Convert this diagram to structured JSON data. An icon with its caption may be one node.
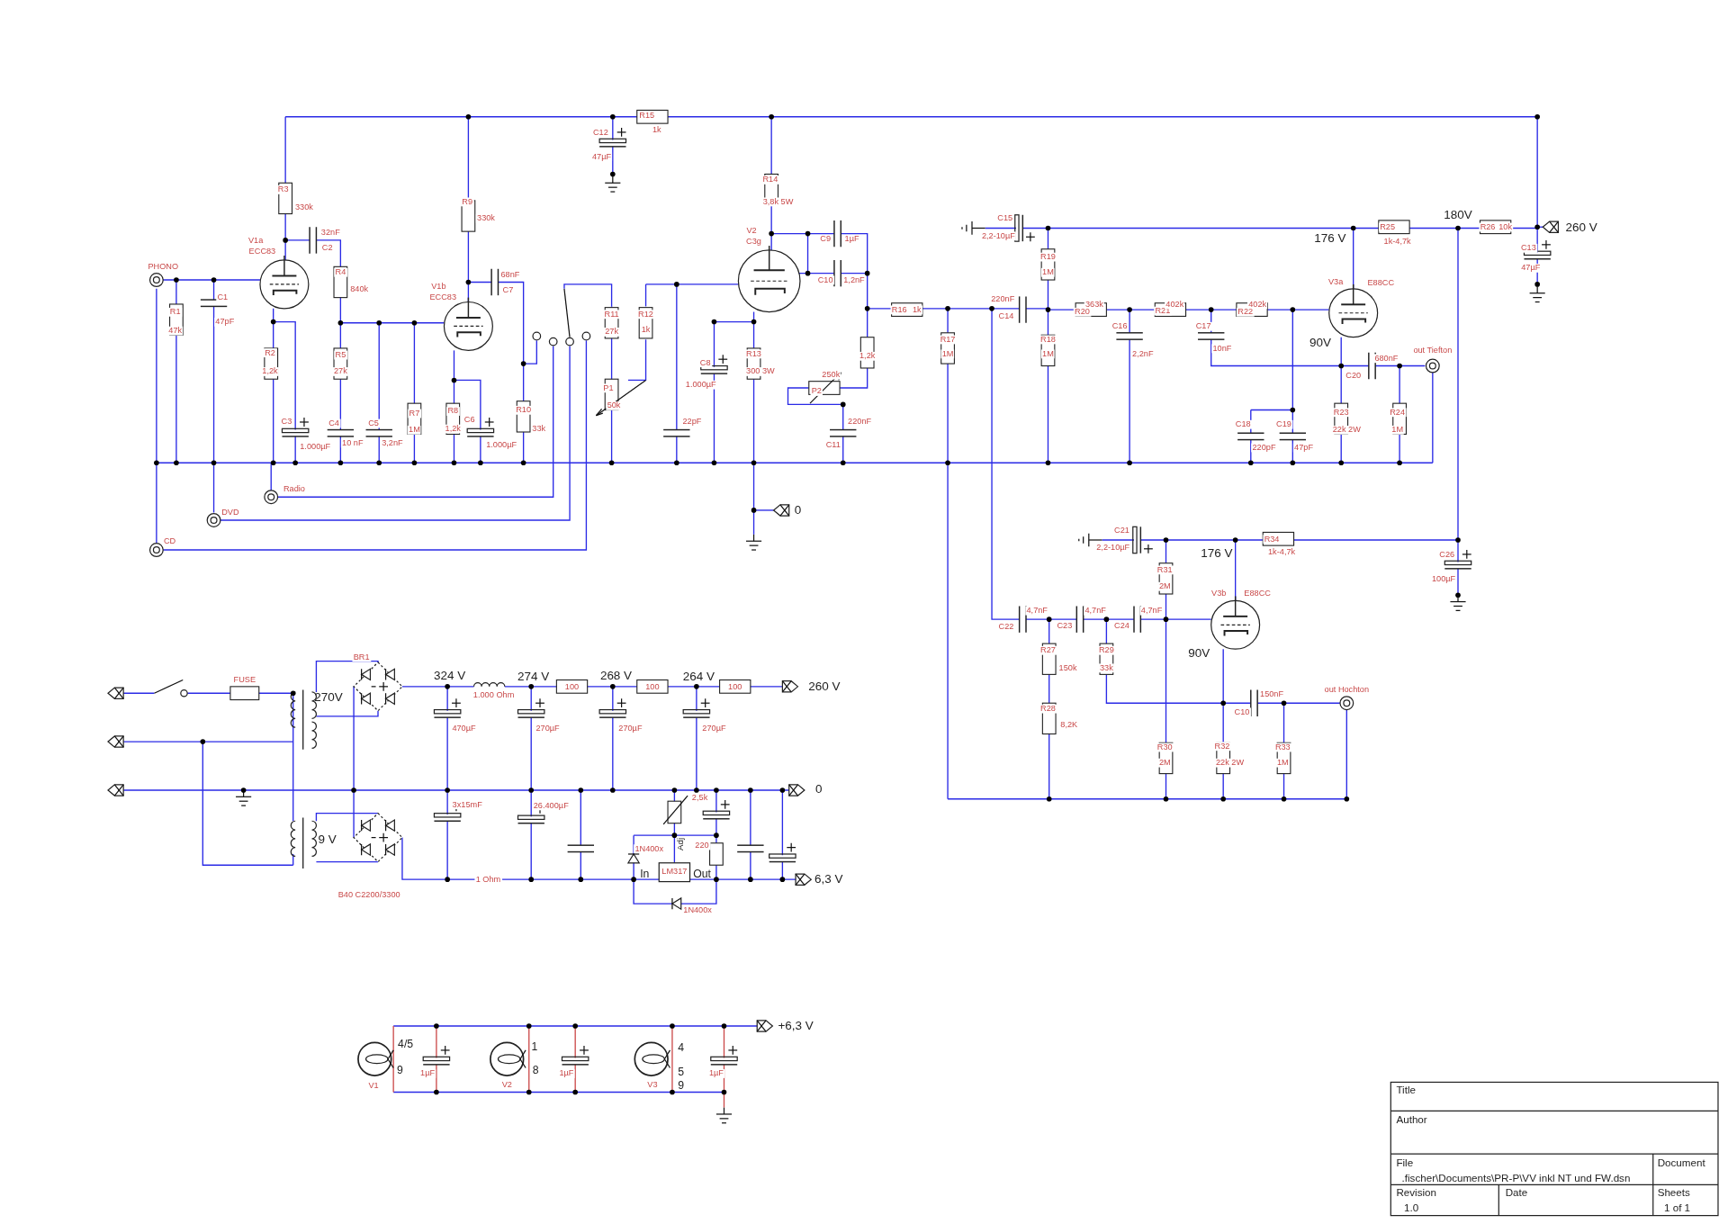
{
  "diagram": {
    "labels": [
      "R15",
      "1k",
      "C12",
      "47µF",
      "R3",
      "330k",
      "R9",
      "330k",
      "R14",
      "3,8k 5W",
      "V2",
      "C3g",
      "C9",
      "1µF",
      "C10",
      "1,2nF",
      "32nF",
      "C2",
      "V1a",
      "ECC83",
      "PHONO",
      "R4",
      "840k",
      "C1",
      "47pF",
      "R1",
      "47k",
      "68nF",
      "C7",
      "V1b",
      "ECC83",
      "R11",
      "27k",
      "R12",
      "1k",
      "R2",
      "1,2k",
      "R5",
      "27k",
      "P1",
      "50k",
      "C8",
      "1.000µF",
      "R13",
      "300 3W",
      "250k",
      "P2",
      "1,2k",
      "C3",
      "1.000µF",
      "C4",
      "10 nF",
      "C5",
      "3,2nF",
      "R7",
      "1M",
      "R8",
      "1,2k",
      "C6",
      "1.000µF",
      "R10",
      "33k",
      "22pF",
      "220nF",
      "C11",
      "Radio",
      "DVD",
      "CD",
      "0",
      "C15",
      "2,2-10µF",
      "R19",
      "1M",
      "R16",
      "1k",
      "220nF",
      "C14",
      "R17",
      "1M",
      "R18",
      "1M",
      "R20",
      "363k",
      "R21",
      "402k",
      "R22",
      "402k",
      "C16",
      "2,2nF",
      "C17",
      "10nF",
      "176 V",
      "R25",
      "1k-4,7k",
      "180V",
      "R26",
      "10k",
      "260 V",
      "C13",
      "47µF",
      "V3a",
      "E88CC",
      "90V",
      "680nF",
      "out Tiefton",
      "C20",
      "R23",
      "22k 2W",
      "R24",
      "1M",
      "C18",
      "220pF",
      "C19",
      "47pF",
      "C21",
      "2,2-10µF",
      "176 V",
      "R34",
      "1k-4,7k",
      "C26",
      "100µF",
      "R31",
      "2M",
      "V3b",
      "E88CC",
      "C22",
      "4,7nF",
      "C23",
      "4,7nF",
      "C24",
      "4,7nF",
      "90V",
      "R27",
      "150k",
      "R29",
      "33k",
      "out Hochton",
      "150nF",
      "C10",
      "R28",
      "8,2K",
      "R30",
      "2M",
      "R32",
      "22k 2W",
      "R33",
      "1M",
      "FUSE",
      "BR1",
      "270V",
      "324 V",
      "274 V",
      "268 V",
      "264 V",
      "1.000 Ohm",
      "100",
      "100",
      "100",
      "260 V",
      "470µF",
      "270µF",
      "270µF",
      "270µF",
      "0",
      "3x15mF",
      "26.400µF",
      "2,5k",
      "9 V",
      "1N400x",
      "Adj",
      "220",
      "In",
      "LM317",
      "Out",
      "1 Ohm",
      "6,3 V",
      "B40 C2200/3300",
      "1N400x",
      "4/5",
      "9",
      "V1",
      "1µF",
      "1",
      "8",
      "V2",
      "1µF",
      "4",
      "5",
      "9",
      "V3",
      "1µF",
      "+6,3 V",
      "Title",
      "Author",
      "File",
      ".fischer\\Documents\\PR-P\\VV inkl NT und FW.dsn",
      "Document",
      "Revision",
      "1.0",
      "Date",
      "Sheets",
      "1 of 1"
    ]
  }
}
